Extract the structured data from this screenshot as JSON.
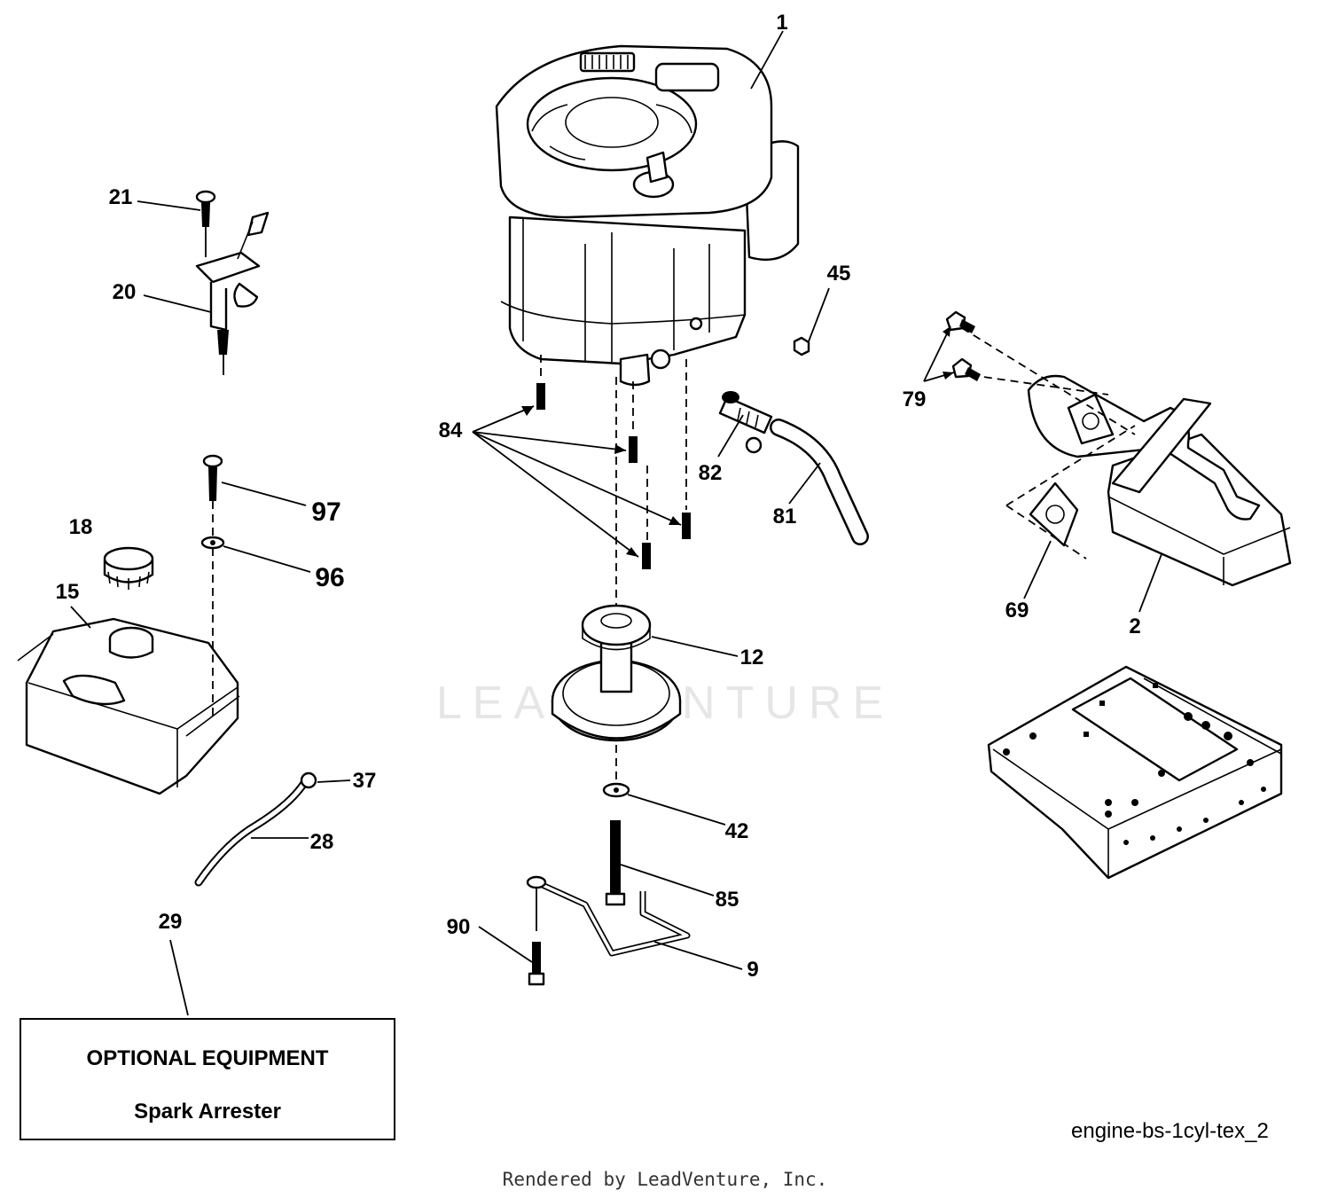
{
  "diagram": {
    "callouts": {
      "c1": "1",
      "c2": "2",
      "c9": "9",
      "c12": "12",
      "c15": "15",
      "c18": "18",
      "c20": "20",
      "c21": "21",
      "c28": "28",
      "c29": "29",
      "c37": "37",
      "c42": "42",
      "c45": "45",
      "c69": "69",
      "c79": "79",
      "c81": "81",
      "c82": "82",
      "c84": "84",
      "c85": "85",
      "c90": "90",
      "c96": "96",
      "c97": "97"
    },
    "watermark": "LEADVENTURE"
  },
  "optional_box": {
    "title": "OPTIONAL EQUIPMENT",
    "item": "Spark Arrester"
  },
  "diagram_code": "engine-bs-1cyl-tex_2",
  "footer": {
    "credit": "Rendered by LeadVenture, Inc."
  }
}
